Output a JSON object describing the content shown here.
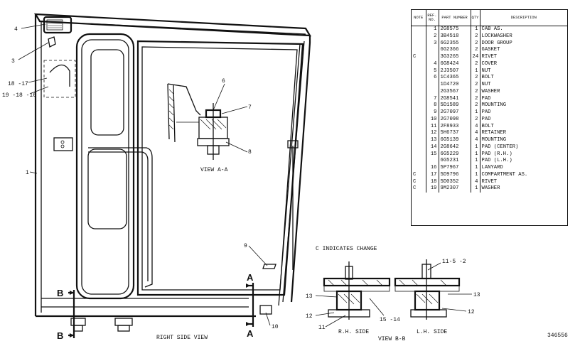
{
  "parts_table": {
    "headers": {
      "note": "NOTE",
      "ref": "REF. NO.",
      "part": "PART NUMBER",
      "qty": "QTY",
      "desc": "DESCRIPTION"
    },
    "rows": [
      {
        "note": "",
        "ref": "1",
        "part": "2G8575",
        "qty": "1",
        "desc": "CAB AS."
      },
      {
        "note": "",
        "ref": "2",
        "part": "3B4518",
        "qty": "2",
        "desc": "LOCKWASHER"
      },
      {
        "note": "",
        "ref": "3",
        "part": "6G2355",
        "qty": "2",
        "desc": "DOOR GROUP"
      },
      {
        "note": "",
        "ref": "",
        "part": "6G2366",
        "qty": "2",
        "desc": "GASKET"
      },
      {
        "note": "C",
        "ref": "",
        "part": "3G3265",
        "qty": "24",
        "desc": "RIVET"
      },
      {
        "note": "",
        "ref": "4",
        "part": "6G8424",
        "qty": "2",
        "desc": "COVER"
      },
      {
        "note": "",
        "ref": "5",
        "part": "2J3507",
        "qty": "1",
        "desc": "NUT"
      },
      {
        "note": "",
        "ref": "6",
        "part": "1C4365",
        "qty": "2",
        "desc": "BOLT"
      },
      {
        "note": "",
        "ref": "",
        "part": "1D4720",
        "qty": "2",
        "desc": "NUT"
      },
      {
        "note": "",
        "ref": "",
        "part": "2G3567",
        "qty": "2",
        "desc": "WASHER"
      },
      {
        "note": "",
        "ref": "7",
        "part": "2G8541",
        "qty": "2",
        "desc": "PAD"
      },
      {
        "note": "",
        "ref": "8",
        "part": "5D1589",
        "qty": "2",
        "desc": "MOUNTING"
      },
      {
        "note": "",
        "ref": "9",
        "part": "2G7097",
        "qty": "1",
        "desc": "PAD"
      },
      {
        "note": "",
        "ref": "10",
        "part": "2G7098",
        "qty": "2",
        "desc": "PAD"
      },
      {
        "note": "",
        "ref": "11",
        "part": "2F8933",
        "qty": "4",
        "desc": "BOLT"
      },
      {
        "note": "",
        "ref": "12",
        "part": "5H6737",
        "qty": "4",
        "desc": "RETAINER"
      },
      {
        "note": "",
        "ref": "13",
        "part": "6G5139",
        "qty": "4",
        "desc": "MOUNTING"
      },
      {
        "note": "",
        "ref": "14",
        "part": "2G8642",
        "qty": "1",
        "desc": "PAD (CENTER)"
      },
      {
        "note": "",
        "ref": "15",
        "part": "6G5229",
        "qty": "1",
        "desc": "PAD (R.H.)"
      },
      {
        "note": "",
        "ref": "",
        "part": "6G5231",
        "qty": "1",
        "desc": "PAD (L.H.)"
      },
      {
        "note": "",
        "ref": "16",
        "part": "5P7967",
        "qty": "1",
        "desc": "LANYARD"
      },
      {
        "note": "C",
        "ref": "17",
        "part": "5D9796",
        "qty": "1",
        "desc": "COMPARTMENT AS."
      },
      {
        "note": "C",
        "ref": "18",
        "part": "5D0352",
        "qty": "4",
        "desc": "RIVET"
      },
      {
        "note": "C",
        "ref": "19",
        "part": "9M2307",
        "qty": "1",
        "desc": "WASHER"
      }
    ]
  },
  "callouts": {
    "c4": "4",
    "c3": "3",
    "c18_17": "18 -17",
    "c19_18_16": "19 -18 -16",
    "c1": "1",
    "c6": "6",
    "c7": "7",
    "c8": "8",
    "c9": "9",
    "c10": "10",
    "c11_5_2": "11-5 -2",
    "c13_left": "13",
    "c13_right": "13",
    "c12_left": "12",
    "c12_right": "12",
    "c11": "11",
    "c15_14": "15 -14"
  },
  "section_markers": {
    "a_top": "A",
    "a_bottom": "A",
    "b_top": "B",
    "b_bottom": "B"
  },
  "captions": {
    "view_aa": "VIEW A-A",
    "right_side_view": "RIGHT SIDE VIEW",
    "rh_side": "R.H. SIDE",
    "lh_side": "L.H. SIDE",
    "view_bb": "VIEW B-B",
    "note_legend": "C INDICATES CHANGE",
    "drawing_number": "346556"
  }
}
